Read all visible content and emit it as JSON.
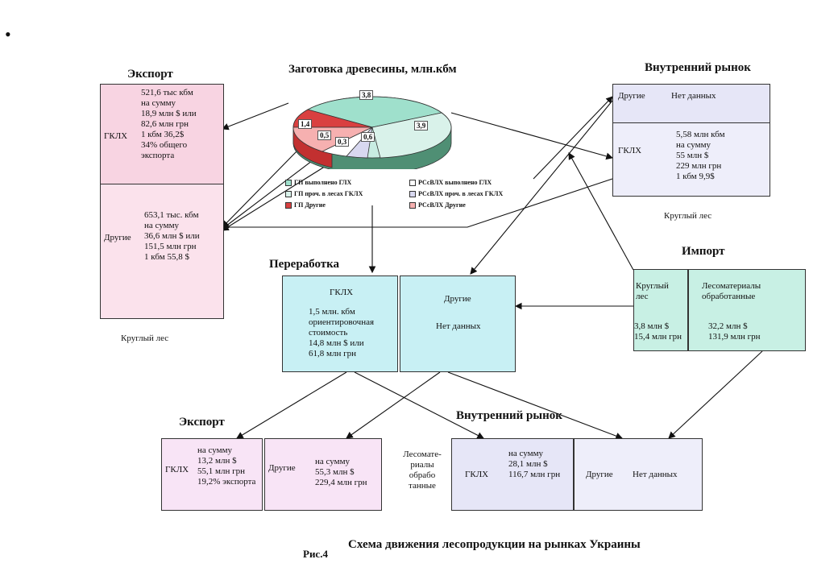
{
  "bullet": "•",
  "harvest": {
    "title": "Заготовка древесины, млн.кбм",
    "values": [
      "3,8",
      "3,9",
      "1,4",
      "0,5",
      "0,3",
      "0,6"
    ],
    "legend": [
      "ГП выполнено ГЛХ",
      "ГП проч. в лесах ГКЛХ",
      "ГП Другие",
      "РСсВЛХ выполнено ГЛХ",
      "РСсВЛХ проч. в лесах ГКЛХ",
      "РСсВЛХ Другие"
    ],
    "colors": {
      "green_light": "#c8ece2",
      "green_dark": "#4f8f74",
      "red": "#d94040",
      "lavender": "#d8d8f0",
      "white": "#ffffff"
    }
  },
  "export_top": {
    "title": "Экспорт",
    "gklh_label": "ГКЛХ",
    "gklh_lines": [
      "521,6 тыс кбм",
      "на сумму",
      "18,9 млн $ или",
      "82,6 млн грн",
      "1 кбм 36,2$",
      "34% общего",
      "экспорта"
    ],
    "other_label": "Другие",
    "other_lines": [
      "653,1 тыс. кбм",
      "на сумму",
      "36,6 млн $ или",
      "151,5 млн грн",
      "1 кбм 55,8 $"
    ],
    "caption": "Круглый лес",
    "color": "#f8d4e2"
  },
  "domestic_top": {
    "title": "Внутренний рынок",
    "other_label": "Другие",
    "other_value": "Нет данных",
    "gklh_label": "ГКЛХ",
    "gklh_lines": [
      "5,58 млн кбм",
      "на сумму",
      "55 млн $",
      "229 млн грн",
      "1 кбм 9,9$"
    ],
    "caption": "Круглый лес",
    "color": "#e6e6f7"
  },
  "processing": {
    "title": "Переработка",
    "gklh_label": "ГКЛХ",
    "gklh_lines": [
      "1,5 млн. кбм",
      "ориентировочная",
      "стоимость",
      "14,8 млн $ или",
      "61,8 млн грн"
    ],
    "other_label": "Другие",
    "other_value": "Нет данных",
    "color": "#c8f0f4"
  },
  "import": {
    "title": "Импорт",
    "round_label": [
      "Круглый",
      "лес"
    ],
    "round_values": [
      "3,8 млн $",
      "15,4 млн грн"
    ],
    "processed_label": [
      "Лесоматериалы",
      "обработанные"
    ],
    "processed_values": [
      "32,2 млн $",
      "131,9 млн грн"
    ],
    "color": "#c8f0e4"
  },
  "export_bottom": {
    "title": "Экспорт",
    "gklh_label": "ГКЛХ",
    "gklh_lines": [
      "на сумму",
      "13,2 млн $",
      "55,1 млн грн",
      "19,2% экспорта"
    ],
    "other_label": "Другие",
    "other_lines": [
      "на сумму",
      "55,3 млн $",
      "229,4 млн грн"
    ],
    "color": "#f8e4f6"
  },
  "side_note": [
    "Лесомате-",
    "риалы",
    "обрабо",
    "танные"
  ],
  "domestic_bottom": {
    "title": "Внутренний рынок",
    "gklh_label": "ГКЛХ",
    "gklh_lines": [
      "на сумму",
      "28,1 млн $",
      "116,7 млн грн"
    ],
    "other_label": "Другие",
    "other_value": "Нет данных",
    "color": "#e6e6f7"
  },
  "caption": {
    "fig": "Рис.4",
    "text": "Схема движения лесопродукции на рынках Украины"
  }
}
